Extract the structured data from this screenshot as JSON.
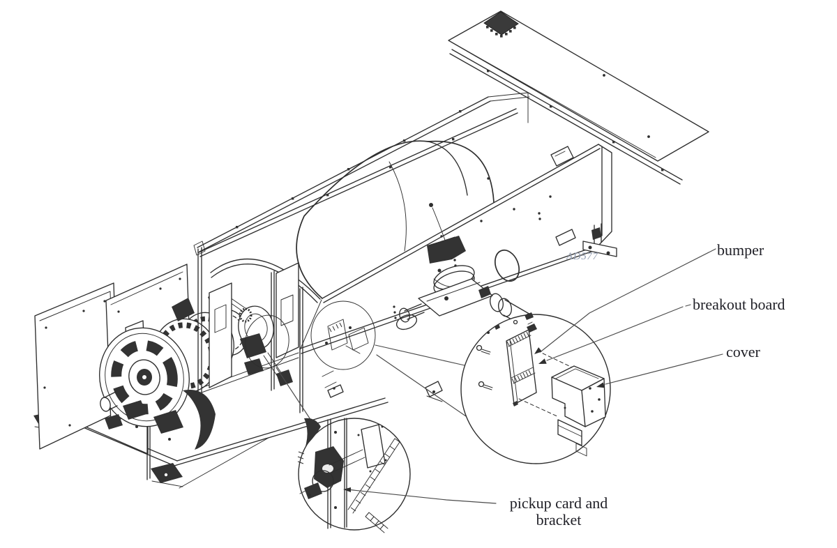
{
  "figure": {
    "code_label": "AD577",
    "callouts": {
      "bumper": "bumper",
      "breakout_board": "breakout board",
      "cover": "cover",
      "pickup_line1": "pickup card and",
      "pickup_line2": "bracket"
    },
    "colors": {
      "background": "#ffffff",
      "line": "#2e2e2e",
      "dark_fill": "#333333",
      "label_text": "#1f1f26",
      "code_text": "#8e99ad",
      "leader_line": "#4a4a4a"
    }
  }
}
